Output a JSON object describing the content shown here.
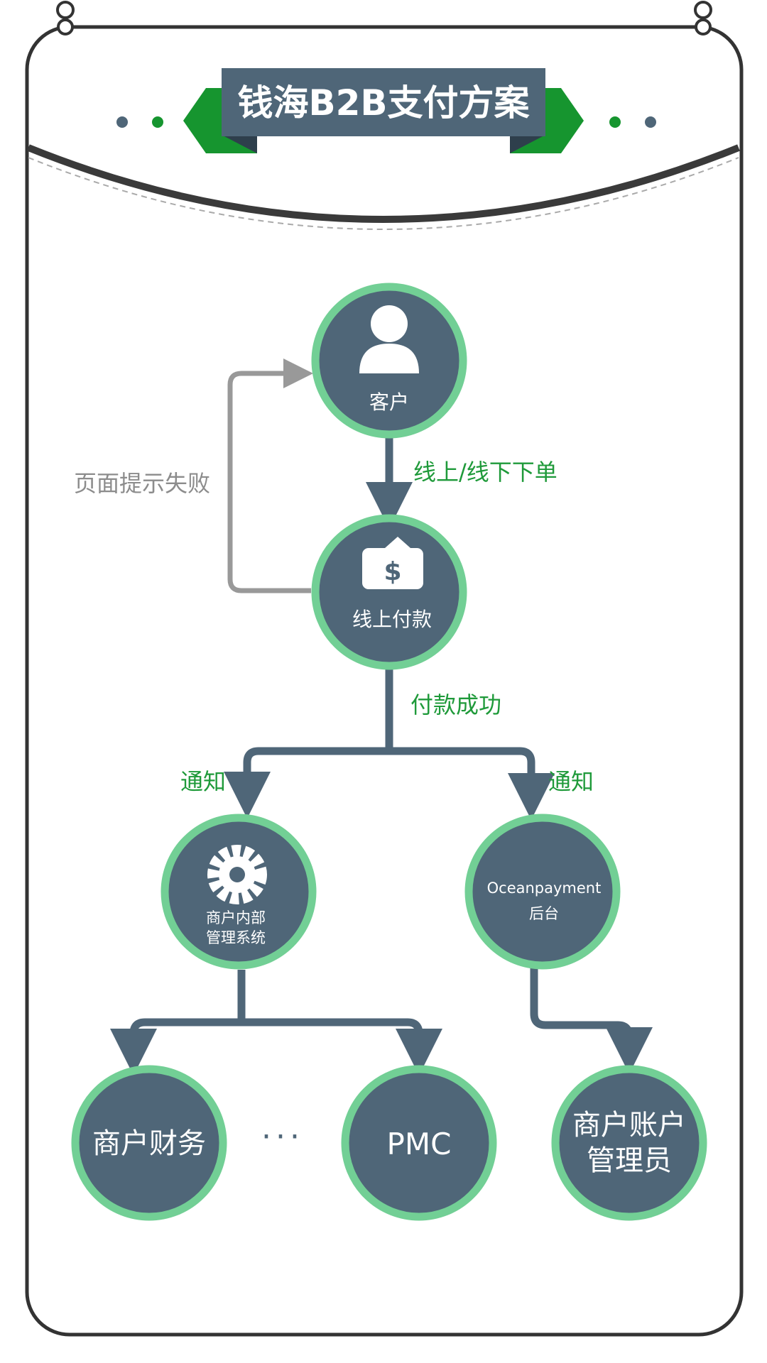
{
  "title": "钱海B2B支付方案",
  "colors": {
    "node_fill": "#4f6678",
    "node_ring": "#72cf95",
    "edge_color": "#4f6678",
    "edge_label_color": "#1f9a3a",
    "fail_edge_color": "#999999",
    "banner_fill": "#4f6678",
    "banner_wing": "#16952f",
    "frame_color": "#333333"
  },
  "nodes": {
    "customer": {
      "label": "客户",
      "icon": "user-icon"
    },
    "online_payment": {
      "label": "线上付款",
      "icon": "dollar-bill-icon"
    },
    "merchant_system": {
      "line1": "商户内部",
      "line2": "管理系统",
      "icon": "gear-icon"
    },
    "oceanpayment_backend": {
      "line1": "Oceanpayment",
      "line2": "后台"
    },
    "merchant_finance": {
      "label": "商户财务"
    },
    "pmc": {
      "label": "PMC"
    },
    "merchant_account_admin": {
      "line1": "商户账户",
      "line2": "管理员"
    }
  },
  "edges": {
    "order": "线上/线下下单",
    "payment_success": "付款成功",
    "notify_left": "通知",
    "notify_right": "通知",
    "page_fail": "页面提示失败"
  },
  "ellipsis": "···"
}
